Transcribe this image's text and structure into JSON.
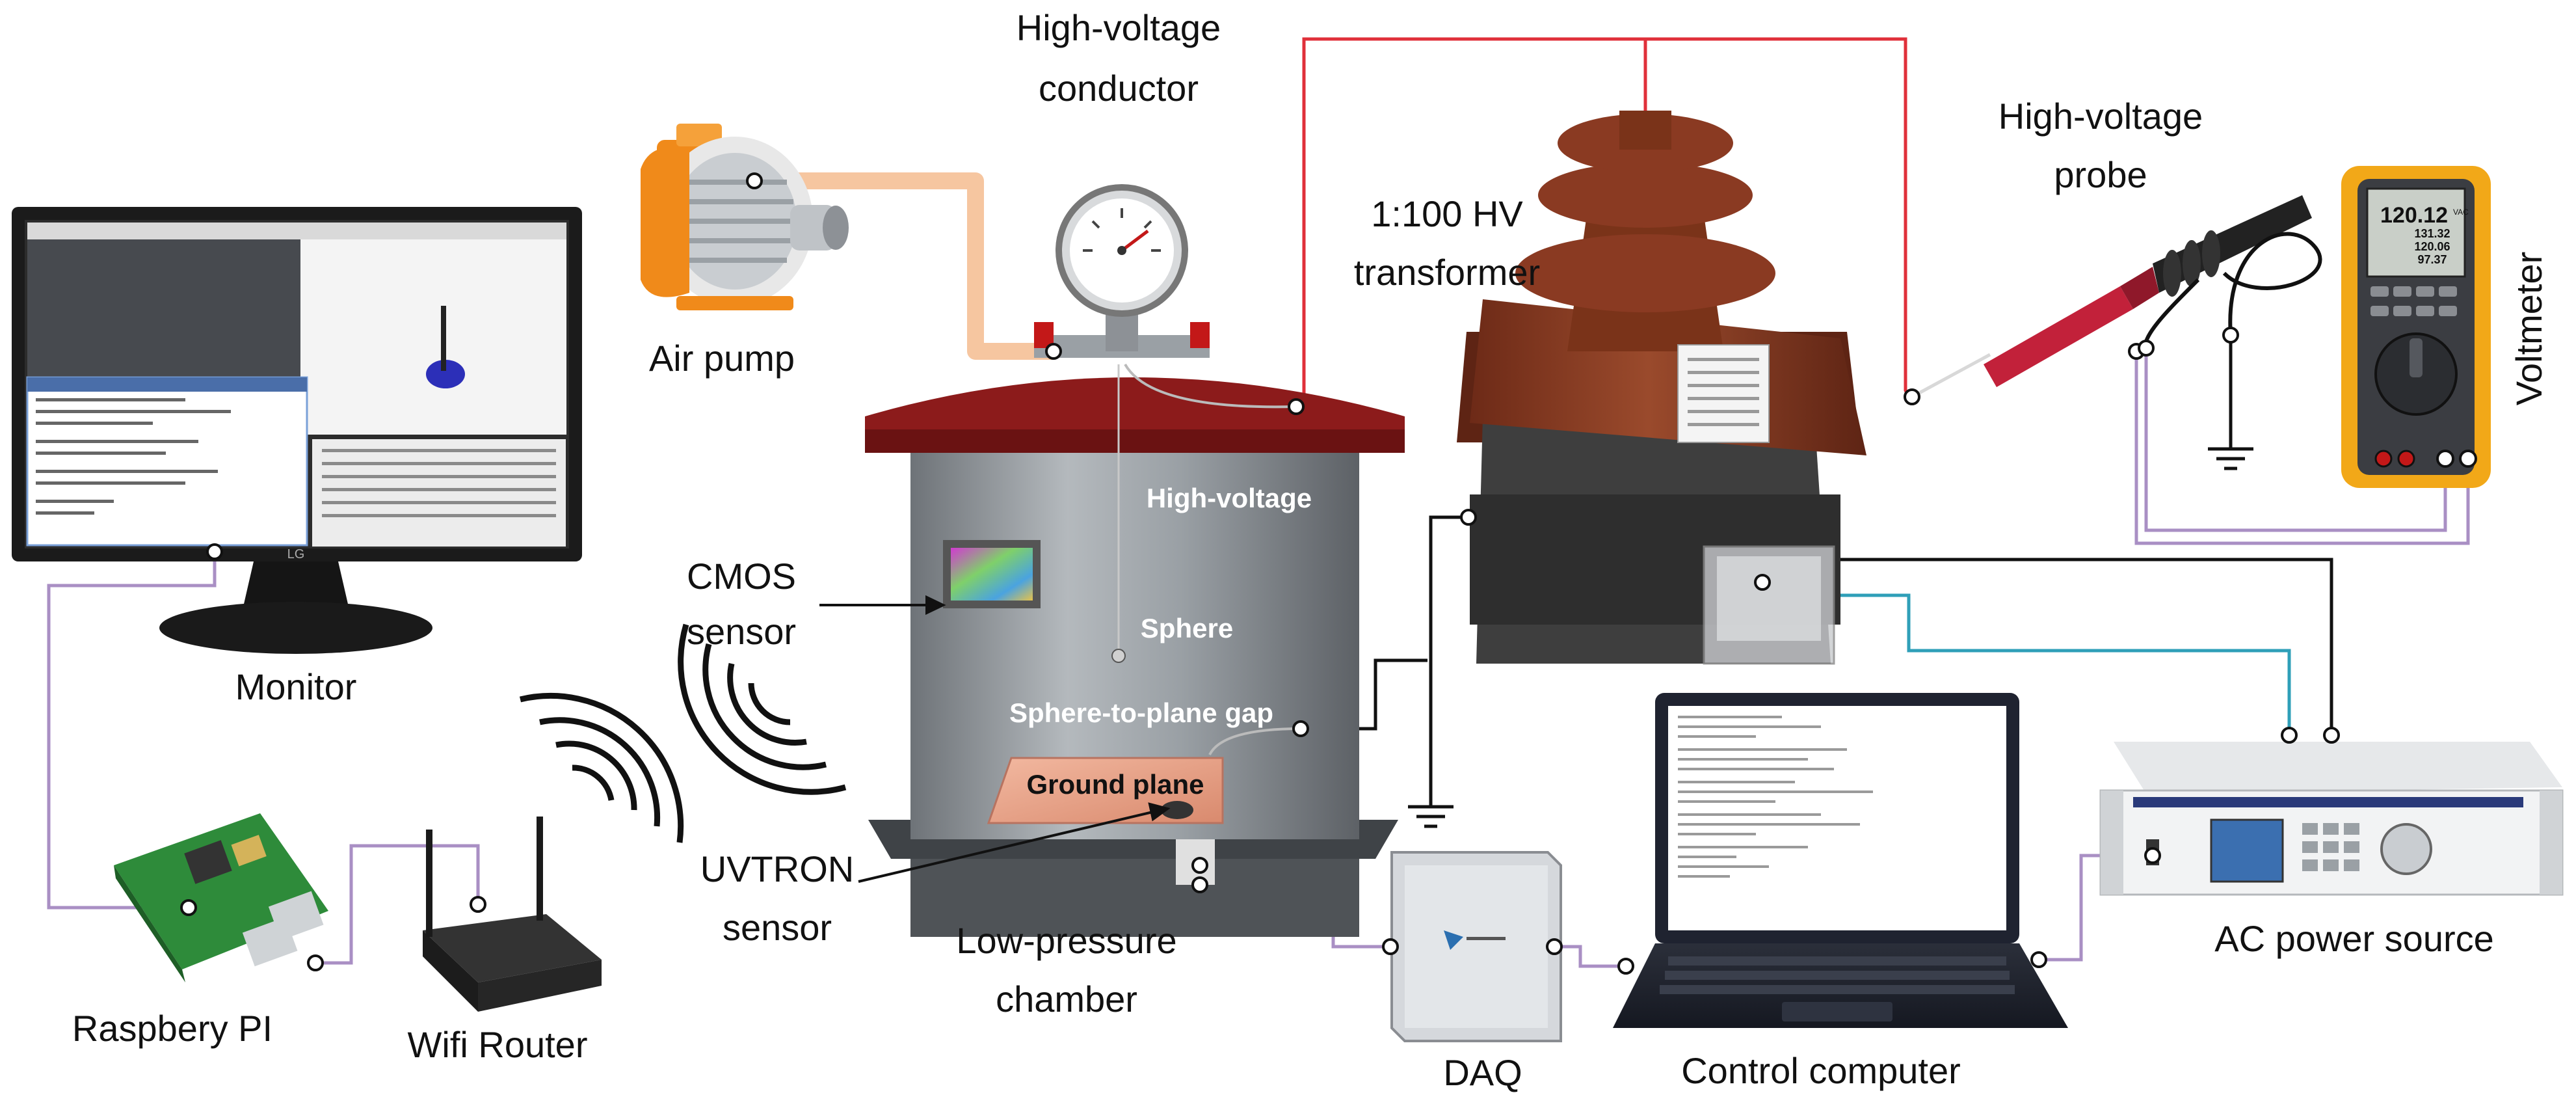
{
  "labels": {
    "hv_conductor_1": "High-voltage",
    "hv_conductor_2": "conductor",
    "air_pump": "Air pump",
    "transformer_1": "1:100 HV",
    "transformer_2": "transformer",
    "hv_probe_1": "High-voltage",
    "hv_probe_2": "probe",
    "voltmeter": "Voltmeter",
    "monitor": "Monitor",
    "chamber_hv": "High-voltage",
    "cmos_1": "CMOS",
    "cmos_2": "sensor",
    "sphere": "Sphere",
    "gap": "Sphere-to-plane gap",
    "ground_plane": "Ground plane",
    "uvtron_1": "UVTRON",
    "uvtron_2": "sensor",
    "chamber_1": "Low-pressure",
    "chamber_2": "chamber",
    "daq": "DAQ",
    "control_computer": "Control computer",
    "ac_source": "AC power source",
    "raspberry": "Raspbery PI",
    "router": "Wifi Router"
  },
  "voltmeter_display": {
    "main": "120.12",
    "unit": "VAC",
    "r1": "131.32",
    "r2": "120.06",
    "r3": "97.37"
  },
  "monitor_brand": "LG",
  "colors": {
    "hv_wire": "#e0303a",
    "signal_wire": "#a98fc4",
    "ground_wire": "#111111",
    "fiber_wire": "#2f9fb8",
    "pump_hose": "#f6c6a0",
    "chamber_lid": "#8c1b1b",
    "transformer_body": "#8a3a22"
  },
  "icons": [
    "monitor-icon",
    "air-pump-icon",
    "pressure-gauge-icon",
    "chamber-icon",
    "transformer-icon",
    "hv-probe-icon",
    "voltmeter-icon",
    "raspberry-pi-icon",
    "wifi-router-icon",
    "wifi-signal-icon",
    "daq-icon",
    "laptop-icon",
    "ac-source-icon",
    "ground-symbol-icon",
    "cmos-sensor-icon"
  ]
}
